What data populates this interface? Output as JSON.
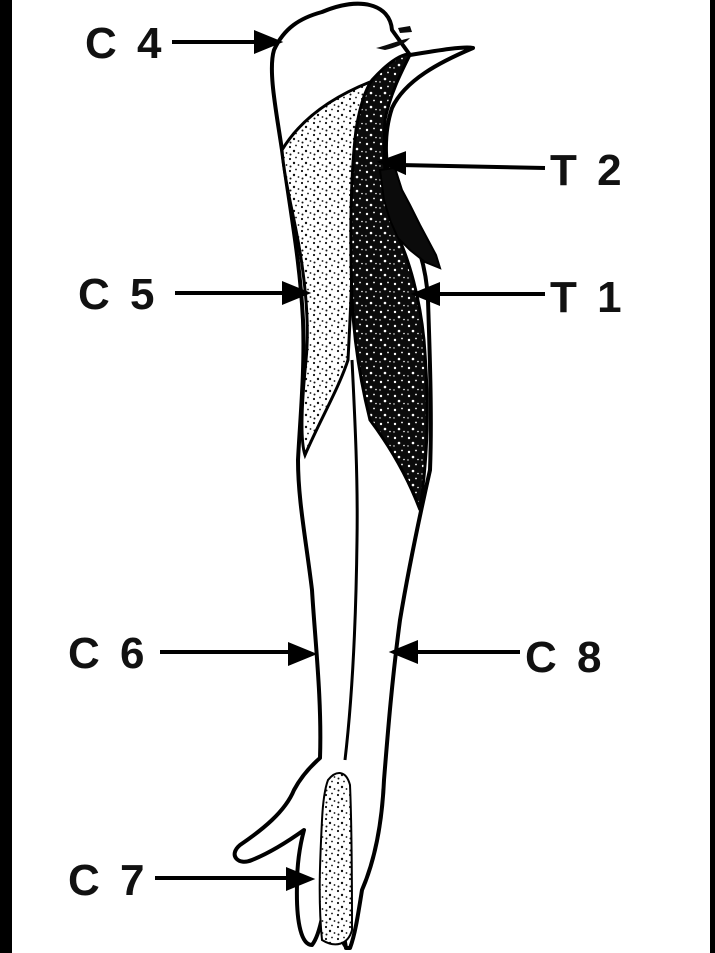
{
  "diagram": {
    "labels": {
      "c4": "C 4",
      "c5": "C 5",
      "c6": "C 6",
      "c7": "C 7",
      "c8": "C 8",
      "t1": "T 1",
      "t2": "T 2"
    }
  }
}
